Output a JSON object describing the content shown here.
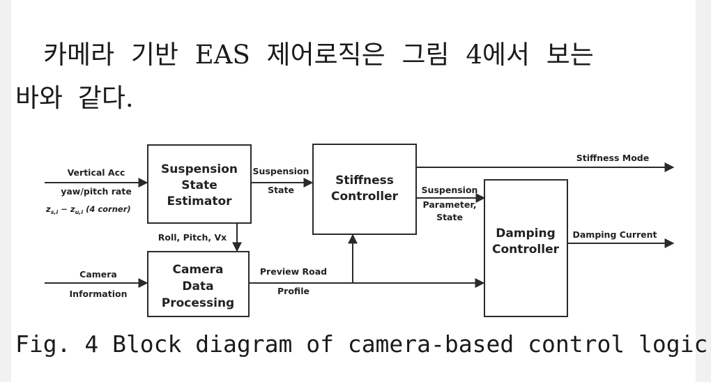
{
  "body_text": {
    "line1": "카메라 기반 EAS 제어로직은 그림 4에서 보는",
    "line2": "바와 같다."
  },
  "diagram": {
    "blocks": {
      "suspension_state_estimator": [
        "Suspension",
        "State",
        "Estimator"
      ],
      "stiffness_controller": [
        "Stiffness",
        "Controller"
      ],
      "camera_data_processing": [
        "Camera",
        "Data",
        "Processing"
      ],
      "damping_controller": [
        "Damping",
        "Controller"
      ]
    },
    "signals": {
      "vertical_acc": "Vertical Acc",
      "yaw_pitch_rate": "yaw/pitch rate",
      "corner_eq": "z",
      "corner_sub1": "s,i",
      "corner_minus": " − z",
      "corner_sub2": "u,i",
      "corner_note": " (4 corner)",
      "camera": "Camera",
      "information": "Information",
      "suspension_state_1": "Suspension",
      "suspension_state_2": "State",
      "roll_pitch_vx": "Roll, Pitch, Vx",
      "preview_road": "Preview Road",
      "profile": "Profile",
      "suspension_param_1": "Suspension",
      "suspension_param_2": "Parameter,",
      "suspension_param_3": "State",
      "stiffness_mode": "Stiffness Mode",
      "damping_current": "Damping Current"
    }
  },
  "caption": "Fig. 4 Block diagram of camera-based control logic"
}
